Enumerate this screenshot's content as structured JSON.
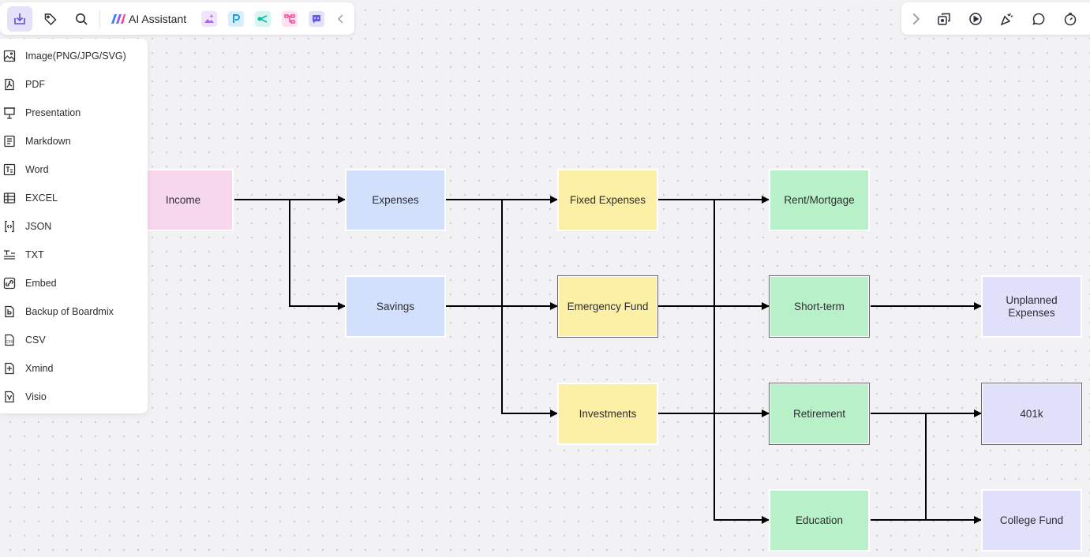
{
  "toolbar": {
    "ai_assistant_label": "AI Assistant",
    "left_icons": [
      "export-icon",
      "tag-icon",
      "search-icon"
    ],
    "app_icons": [
      "image-generator-icon",
      "presentation-app-icon",
      "flow-app-icon",
      "mindmap-app-icon",
      "chat-app-icon"
    ],
    "right_icons": [
      "sticker-icon",
      "play-icon",
      "celebrate-icon",
      "comment-icon",
      "timer-icon"
    ],
    "accent_color": "#6b5ce7"
  },
  "export_menu": {
    "items": [
      {
        "label": "Image(PNG/JPG/SVG)",
        "icon": "image-icon"
      },
      {
        "label": "PDF",
        "icon": "pdf-icon"
      },
      {
        "label": "Presentation",
        "icon": "presentation-icon"
      },
      {
        "label": "Markdown",
        "icon": "markdown-icon"
      },
      {
        "label": "Word",
        "icon": "word-icon"
      },
      {
        "label": "EXCEL",
        "icon": "excel-icon"
      },
      {
        "label": "JSON",
        "icon": "json-icon"
      },
      {
        "label": "TXT",
        "icon": "txt-icon"
      },
      {
        "label": "Embed",
        "icon": "embed-icon"
      },
      {
        "label": "Backup of Boardmix",
        "icon": "backup-icon"
      },
      {
        "label": "CSV",
        "icon": "csv-icon"
      },
      {
        "label": "Xmind",
        "icon": "xmind-icon"
      },
      {
        "label": "Visio",
        "icon": "visio-icon"
      }
    ]
  },
  "flowchart": {
    "nodes": {
      "income": "Income",
      "expenses": "Expenses",
      "savings": "Savings",
      "fixed_expenses": "Fixed Expenses",
      "emergency_fund": "Emergency Fund",
      "investments": "Investments",
      "rent_mortgage": "Rent/Mortgage",
      "short_term": "Short-term",
      "retirement": "Retirement",
      "education": "Education",
      "unplanned_expenses": "Unplanned Expenses",
      "k401": "401k",
      "college_fund": "College Fund"
    },
    "colors": {
      "income": "#f7d7ee",
      "category": "#d2e0fb",
      "subcategory": "#fbf0a5",
      "goal": "#b8f0c8",
      "outcome": "#e0e0fb"
    }
  }
}
